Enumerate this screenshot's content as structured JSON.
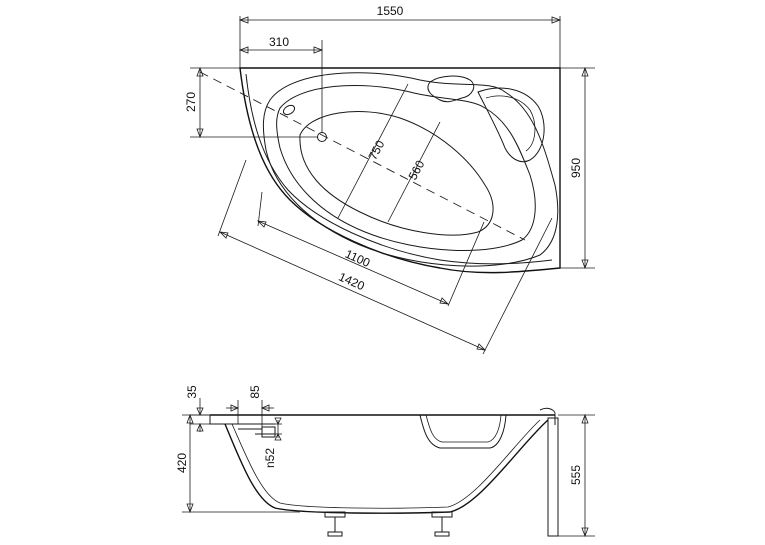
{
  "top_view": {
    "dims": {
      "total_width": "1550",
      "drain_offset": "310",
      "drain_depth": "270",
      "total_depth": "950",
      "inner_width": "750",
      "inner_narrow": "560",
      "inner_length": "1100",
      "outer_length": "1420"
    }
  },
  "side_view": {
    "dims": {
      "rim_thickness": "35",
      "drain_spacing": "85",
      "drain_pipe": "n52",
      "tub_height": "420",
      "total_height": "555"
    }
  }
}
